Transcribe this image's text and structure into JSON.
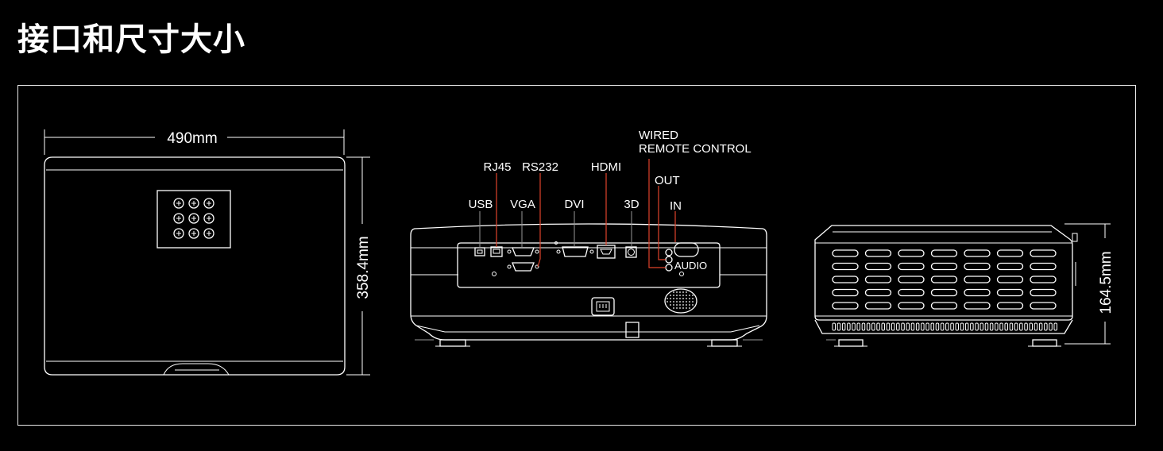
{
  "title": "接口和尺寸大小",
  "dimensions": {
    "width": "490mm",
    "depth": "358.4mm",
    "height": "164.5mm"
  },
  "ports": {
    "usb": "USB",
    "rj45": "RJ45",
    "vga": "VGA",
    "rs232": "RS232",
    "dvi": "DVI",
    "hdmi": "HDMI",
    "three_d": "3D",
    "wired_line1": "WIRED",
    "wired_line2": "REMOTE CONTROL",
    "out": "OUT",
    "in": "IN",
    "audio": "AUDIO"
  },
  "colors": {
    "background": "#000000",
    "line": "#ffffff",
    "leader": "#e0432b"
  }
}
